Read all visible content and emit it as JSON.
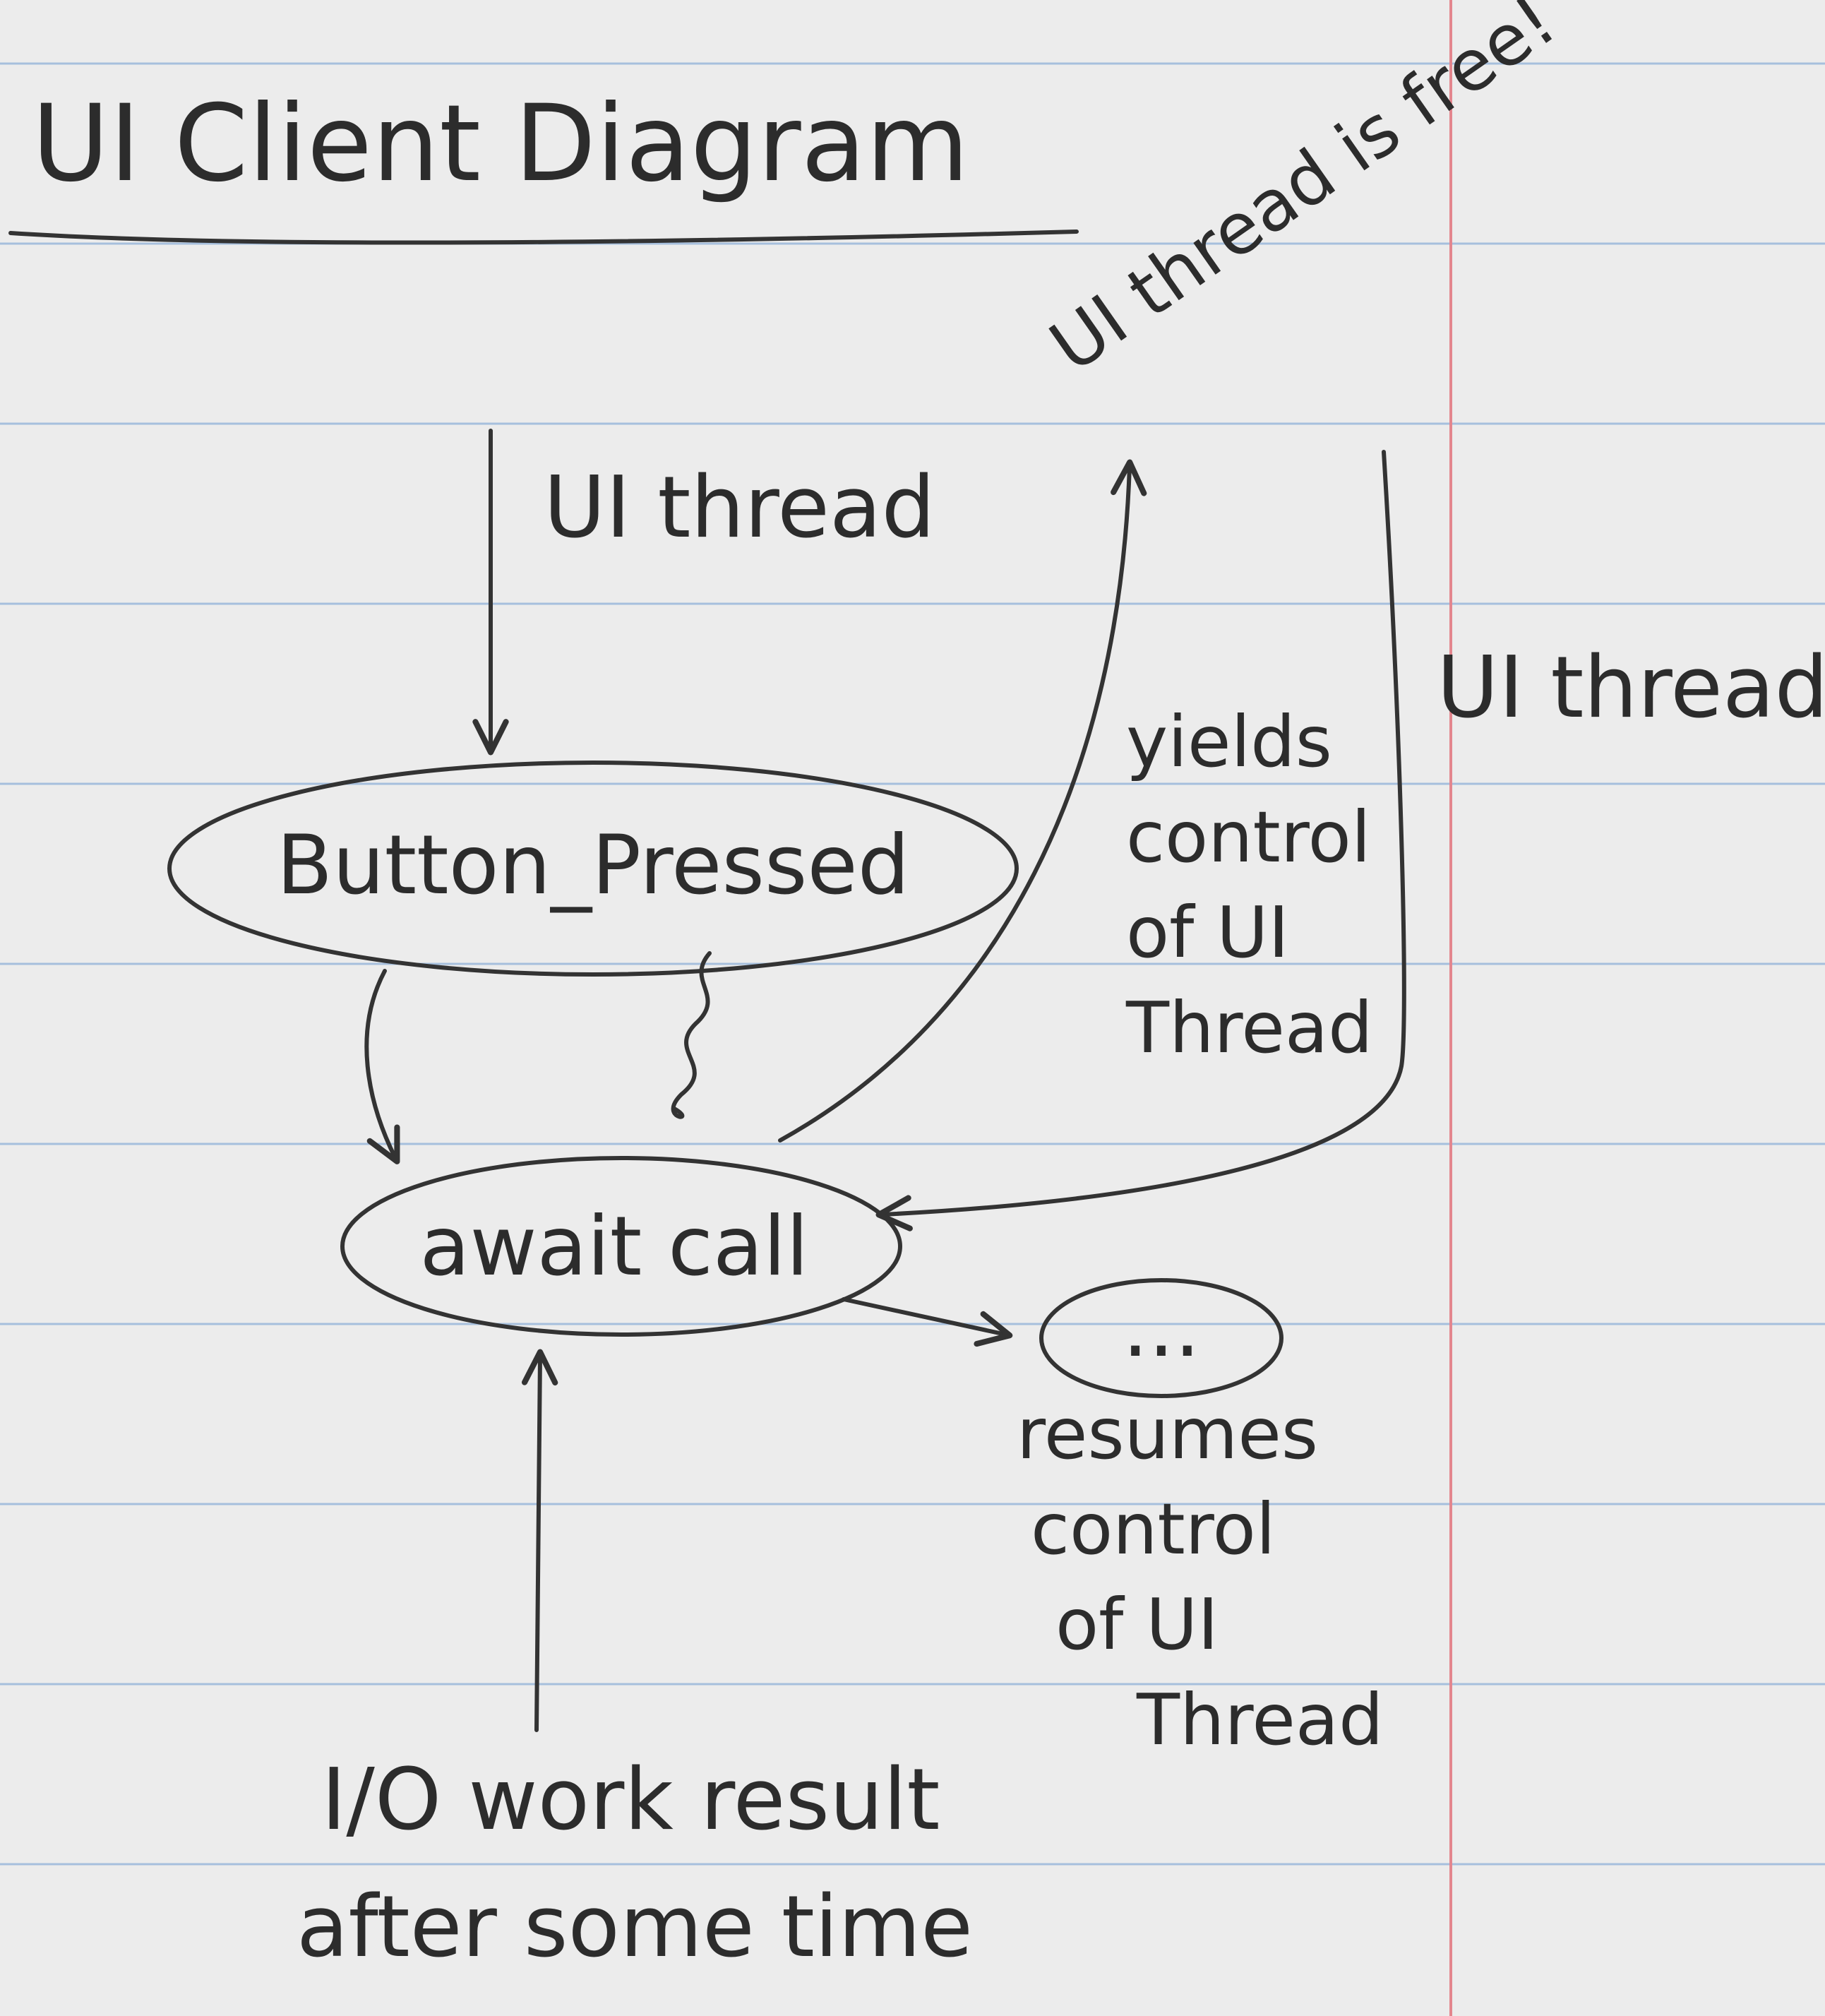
{
  "title": "UI Client Diagram",
  "nodes": {
    "button_pressed": "Button_Pressed",
    "await_call": "await call",
    "continuation": "..."
  },
  "labels": {
    "ui_thread_top": "UI thread",
    "ui_thread_free": "UI thread is free!",
    "ui_thread_right": "UI thread",
    "yields": [
      "yields",
      "control",
      "of UI",
      "Thread"
    ],
    "resumes": [
      "resumes",
      "control",
      "of UI",
      "Thread"
    ],
    "io_result": [
      "I/O work result",
      "after some time"
    ]
  },
  "colors": {
    "paper": "#ececec",
    "rule_lines": "#8fb0d8",
    "margin_line": "#e3868e",
    "ink": "#2c2c2c"
  }
}
